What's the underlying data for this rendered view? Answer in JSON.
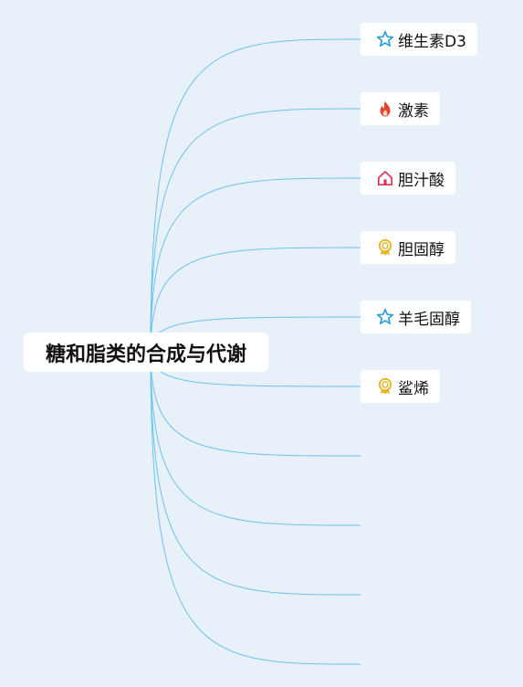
{
  "mindmap": {
    "root": {
      "label": "糖和脂类的合成与代谢"
    },
    "children": [
      {
        "label": "维生素D3",
        "icon": "star-icon"
      },
      {
        "label": "激素",
        "icon": "flame-icon"
      },
      {
        "label": "胆汁酸",
        "icon": "house-icon"
      },
      {
        "label": "胆固醇",
        "icon": "award-medal-icon"
      },
      {
        "label": "羊毛固醇",
        "icon": "star-icon"
      },
      {
        "label": "鲨烯",
        "icon": "award-medal-icon"
      },
      {
        "label": "",
        "icon": ""
      },
      {
        "label": "",
        "icon": ""
      },
      {
        "label": "",
        "icon": ""
      },
      {
        "label": "",
        "icon": ""
      }
    ]
  },
  "colors": {
    "background": "#e8f1fa",
    "connector": "#6cc3ea",
    "star": "#2a9fd8",
    "flame": "#e8412c",
    "house": "#d9335a",
    "medal": "#e5b422"
  }
}
